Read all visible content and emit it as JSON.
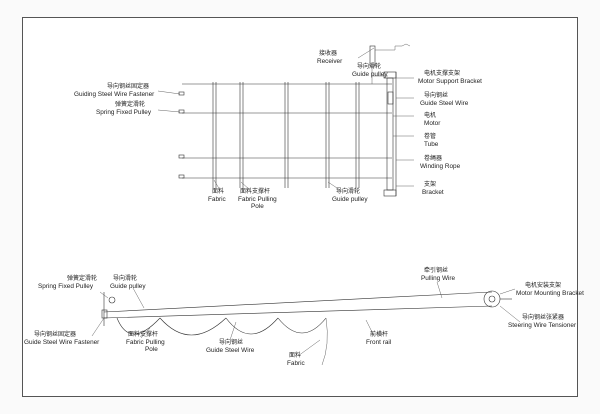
{
  "colors": {
    "line": "#333333",
    "text": "#222222",
    "frame": "#555555",
    "background": "#ffffff"
  },
  "top_view": {
    "receiver": {
      "cn": "接收器",
      "en": "Receiver"
    },
    "guide_pulley_top": {
      "cn": "导向滑轮",
      "en": "Guide pulley"
    },
    "motor_support_bracket": {
      "cn": "电机支撑支架",
      "en": "Motor Support Bracket"
    },
    "guide_steel_wire": {
      "cn": "导向钢丝",
      "en": "Guide Steel Wire"
    },
    "motor": {
      "cn": "电机",
      "en": "Motor"
    },
    "tube": {
      "cn": "卷管",
      "en": "Tube"
    },
    "winding_rope": {
      "cn": "卷绳器",
      "en": "Winding Rope"
    },
    "bracket": {
      "cn": "支架",
      "en": "Bracket"
    },
    "guiding_steel_wire_fastener": {
      "cn": "导向钢丝固定器",
      "en": "Guiding Steel Wire Fastener"
    },
    "spring_fixed_pulley": {
      "cn": "弹簧定滑轮",
      "en": "Spring Fixed Pulley"
    },
    "fabric": {
      "cn": "面料",
      "en": "Fabric"
    },
    "fabric_pulling_pole": {
      "cn": "面料支撑杆",
      "en1": "Fabric Pulling",
      "en2": "Pole"
    },
    "guide_pulley_bottom": {
      "cn": "导向滑轮",
      "en": "Guide pulley"
    }
  },
  "side_view": {
    "spring_fixed_pulley": {
      "cn": "弹簧定滑轮",
      "en": "Spring Fixed Pulley"
    },
    "guide_pulley": {
      "cn": "导向滑轮",
      "en": "Guide pulley"
    },
    "pulling_wire": {
      "cn": "牵引钢丝",
      "en": "Pulling Wire"
    },
    "motor_mounting_bracket": {
      "cn": "电机安装支架",
      "en": "Motor Mounting Bracket"
    },
    "steering_wire_tensioner": {
      "cn": "导向钢丝张紧器",
      "en": "Steering Wire Tensioner"
    },
    "guide_steel_wire_fastener": {
      "cn": "导向钢丝固定器",
      "en": "Guide Steel Wire Fastener"
    },
    "fabric_pulling_pole": {
      "cn": "面料支撑杆",
      "en1": "Fabric Pulling",
      "en2": "Pole"
    },
    "guide_steel_wire": {
      "cn": "导向钢丝",
      "en": "Guide Steel Wire"
    },
    "front_rail": {
      "cn": "前横杆",
      "en": "Front rail"
    },
    "fabric": {
      "cn": "面料",
      "en": "Fabric"
    }
  }
}
